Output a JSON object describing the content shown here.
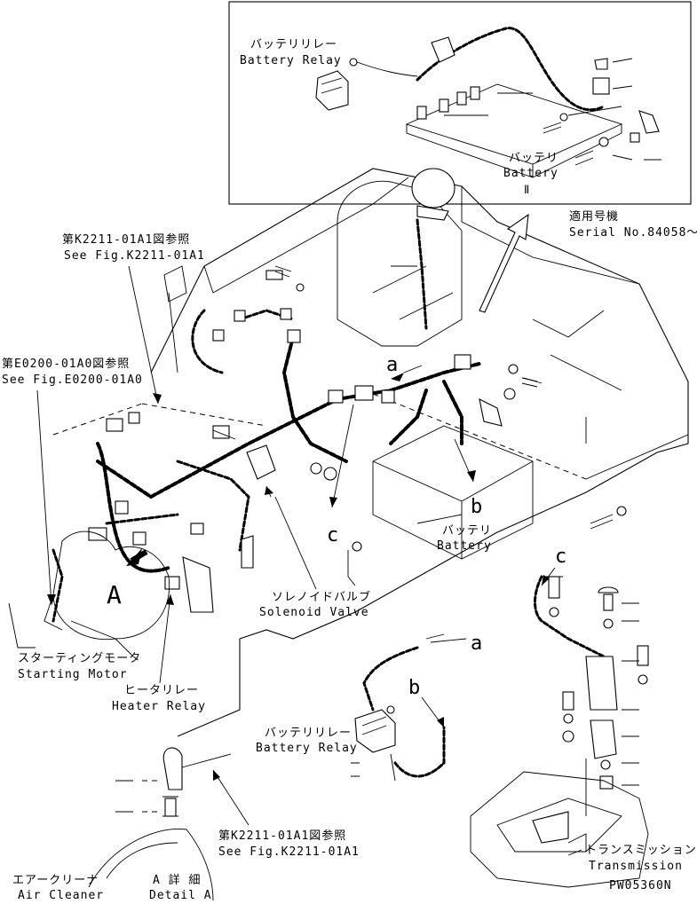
{
  "labels": {
    "battery_relay_top": {
      "jp": "バッテリリレー",
      "en": "Battery Relay"
    },
    "battery_top": {
      "jp": "バッテリ",
      "en": "Battery",
      "num": "Ⅱ"
    },
    "serial": {
      "jp": "適用号機",
      "en": "Serial No.84058～"
    },
    "see_k2211_top": {
      "jp": "第K2211-01A1図参照",
      "en": "See Fig.K2211-01A1"
    },
    "see_e0200": {
      "jp": "第E0200-01A0図参照",
      "en": "See Fig.E0200-01A0"
    },
    "battery_mid": {
      "jp": "バッテリ",
      "en": "Battery"
    },
    "solenoid_valve": {
      "jp": "ソレノイドバルブ",
      "en": "Solenoid Valve"
    },
    "starting_motor": {
      "jp": "スターティングモータ",
      "en": "Starting Motor"
    },
    "heater_relay": {
      "jp": "ヒータリレー",
      "en": "Heater Relay"
    },
    "battery_relay_bottom": {
      "jp": "バッテリリレー",
      "en": "Battery Relay"
    },
    "see_k2211_bottom": {
      "jp": "第K2211-01A1図参照",
      "en": "See Fig.K2211-01A1"
    },
    "air_cleaner": {
      "jp": "エアークリーナ",
      "en": "Air Cleaner"
    },
    "detail_a": {
      "jp": "A 詳 細",
      "en": "Detail A"
    },
    "transmission": {
      "jp": "トランスミッション",
      "en": "Transmission"
    },
    "drawing_no": "PW05360N"
  },
  "callouts": {
    "a_mid": "a",
    "b_mid": "b",
    "c_mid": "c",
    "a_bottom": "a",
    "b_bottom": "b",
    "c_right": "c",
    "A_engine": "A"
  }
}
